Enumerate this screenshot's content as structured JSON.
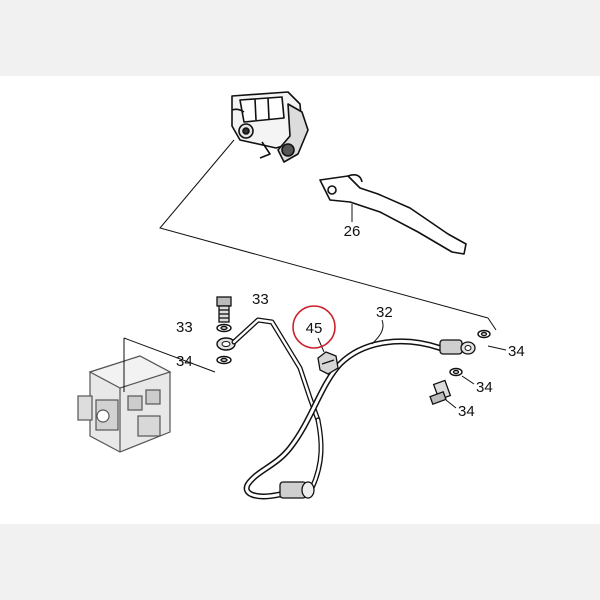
{
  "diagram": {
    "highlight_color": "#cc1f2a",
    "line_color": "#111111",
    "parts": [
      {
        "id": "lever",
        "label": "26"
      },
      {
        "id": "brake-hose",
        "label": "32"
      },
      {
        "id": "union-bolt-left",
        "label": "33"
      },
      {
        "id": "union-bolt-right",
        "label": "33"
      },
      {
        "id": "gasket-left-top",
        "label": "34"
      },
      {
        "id": "gasket-left-bot",
        "label": "34"
      },
      {
        "id": "gasket-right-top",
        "label": "34"
      },
      {
        "id": "gasket-right-bot",
        "label": "34"
      },
      {
        "id": "hose-clamp",
        "label": "45",
        "highlighted": true
      }
    ],
    "icons": [
      "master-cylinder-icon",
      "brake-lever-icon",
      "abs-unit-icon",
      "union-bolt-icon",
      "gasket-icon",
      "hose-clamp-icon"
    ]
  }
}
